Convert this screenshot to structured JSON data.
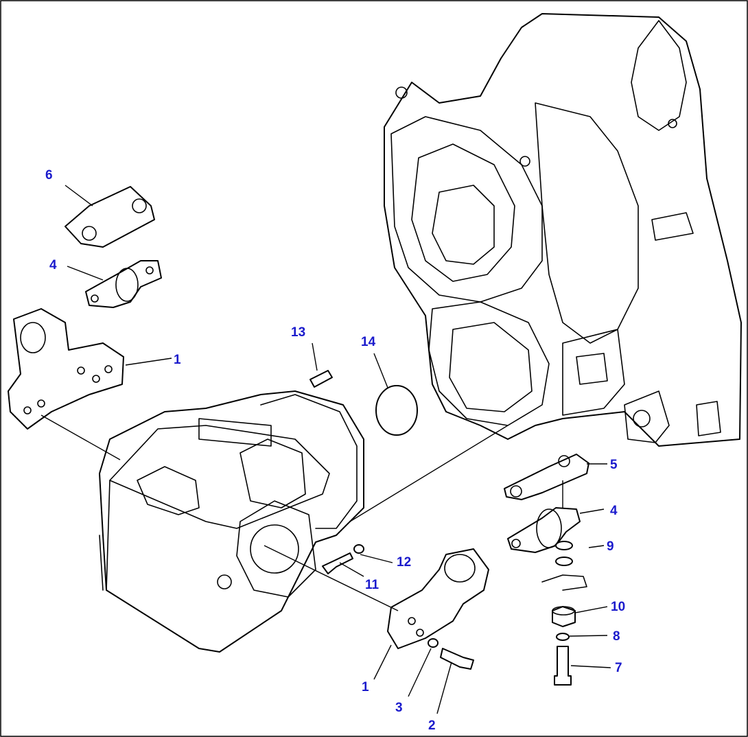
{
  "colors": {
    "callout": "#1a1acc",
    "line": "#000000",
    "background": "#ffffff"
  },
  "callouts": {
    "c1a": "1",
    "c1b": "1",
    "c2": "2",
    "c3": "3",
    "c4a": "4",
    "c4b": "4",
    "c5": "5",
    "c6": "6",
    "c7": "7",
    "c8": "8",
    "c9": "9",
    "c10": "10",
    "c11": "11",
    "c12": "12",
    "c13": "13",
    "c14": "14"
  }
}
